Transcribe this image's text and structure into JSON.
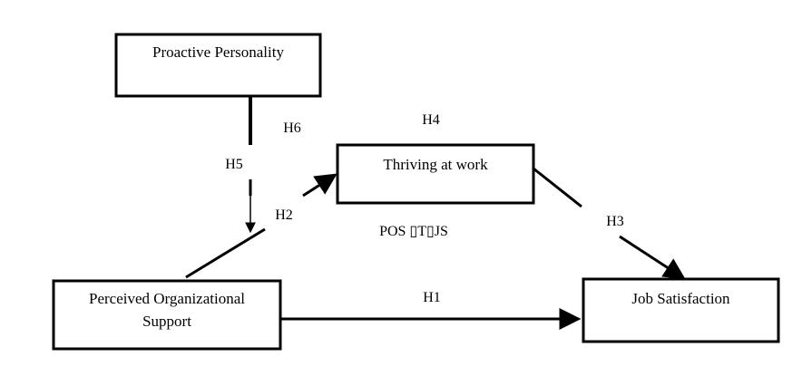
{
  "nodes": {
    "proactive_personality": "Proactive Personality",
    "thriving_at_work": "Thriving at work",
    "pos_line1": "Perceived Organizational",
    "pos_line2": "Support",
    "job_satisfaction": "Job Satisfaction"
  },
  "hypotheses": {
    "h1": "H1",
    "h2": "H2",
    "h3": "H3",
    "h4": "H4",
    "h5": "H5",
    "h6": "H6"
  },
  "mediation_label": "POS ▯T▯JS",
  "colors": {
    "stroke": "#000000",
    "background": "#ffffff"
  }
}
